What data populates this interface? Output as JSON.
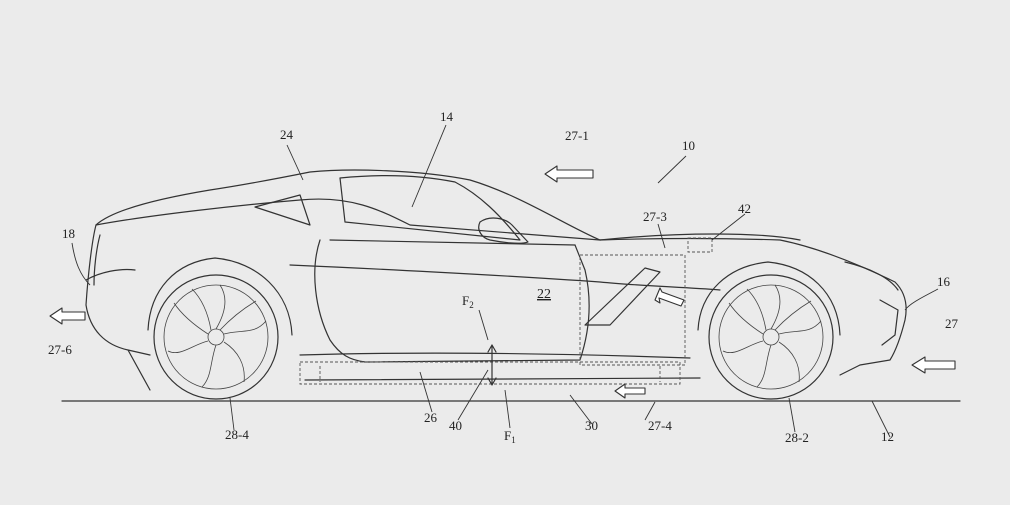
{
  "labels": {
    "l10": "10",
    "l12": "12",
    "l14": "14",
    "l16": "16",
    "l18": "18",
    "l22": "22",
    "l24": "24",
    "l26": "26",
    "l27": "27",
    "l27_1": "27-1",
    "l27_3": "27-3",
    "l27_4": "27-4",
    "l27_6": "27-6",
    "l28_2": "28-2",
    "l28_4": "28-4",
    "l30": "30",
    "l40": "40",
    "l42": "42",
    "f1": "F",
    "f1_sub": "1",
    "f2": "F",
    "f2_sub": "2"
  }
}
